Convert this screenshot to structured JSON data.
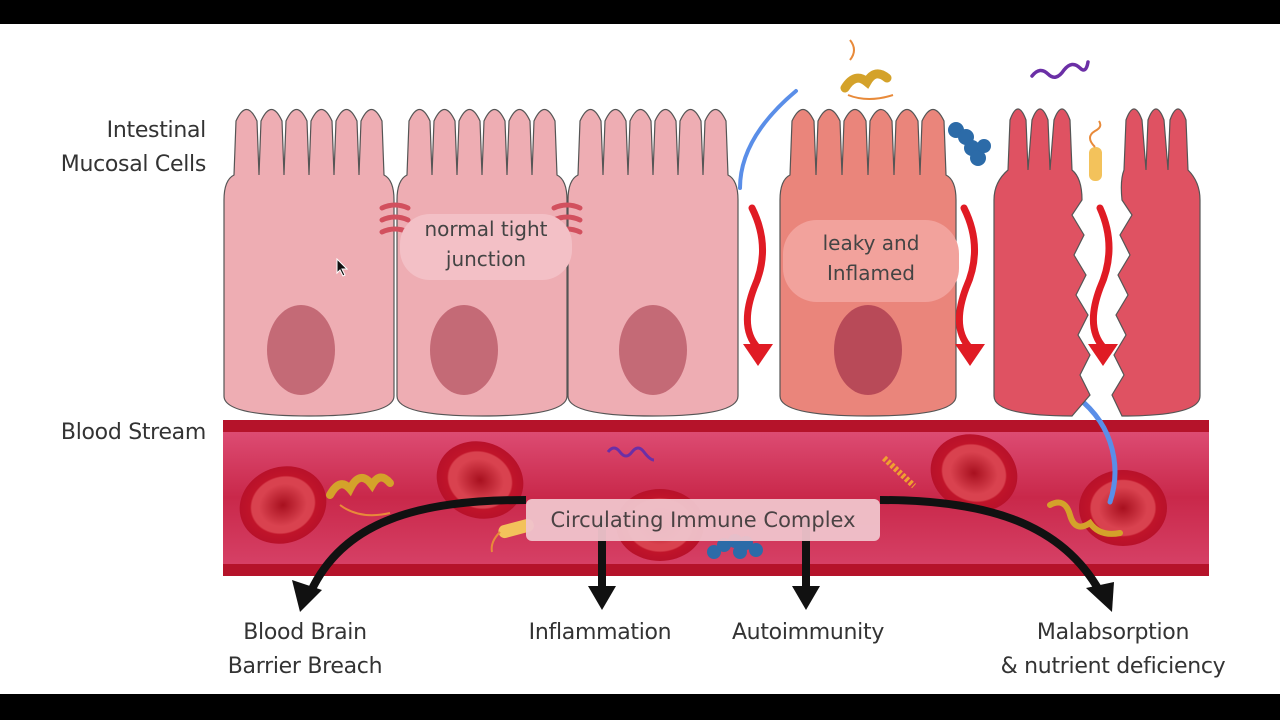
{
  "diagram": {
    "title": "Leaky gut: intestinal permeability and downstream effects",
    "labels": {
      "intestinal_cells": [
        "Intestinal",
        "Mucosal Cells"
      ],
      "blood_stream": "Blood Stream",
      "normal_junction": [
        "normal tight",
        "junction"
      ],
      "leaky": [
        "leaky and",
        "Inflamed"
      ],
      "immune_complex": "Circulating Immune Complex"
    },
    "outcomes": [
      {
        "id": "bbb",
        "lines": [
          "Blood Brain",
          "Barrier Breach"
        ]
      },
      {
        "id": "inflammation",
        "lines": [
          "Inflammation"
        ]
      },
      {
        "id": "autoimmunity",
        "lines": [
          "Autoimmunity"
        ]
      },
      {
        "id": "malabsorption",
        "lines": [
          "Malabsorption",
          "& nutrient deficiency"
        ]
      }
    ],
    "cells": [
      {
        "state": "healthy",
        "color": "#eeadb3"
      },
      {
        "state": "healthy",
        "color": "#eeadb3"
      },
      {
        "state": "healthy",
        "color": "#eeadb3"
      },
      {
        "state": "inflamed",
        "color": "#ea857b"
      },
      {
        "state": "damaged",
        "color": "#df5262"
      }
    ],
    "colors": {
      "nucleus_healthy": "#c46a76",
      "nucleus_inflamed": "#b84a58",
      "junction": "#d2505e",
      "leak_arrow": "#e01b24",
      "blood_wall": "#b5132a",
      "blood_fill": "#d63455",
      "rbc_outer": "#c0142a",
      "rbc_inner": "#d9424f",
      "rbc_center": "#a8101f",
      "outcome_arrow": "#111111"
    }
  }
}
